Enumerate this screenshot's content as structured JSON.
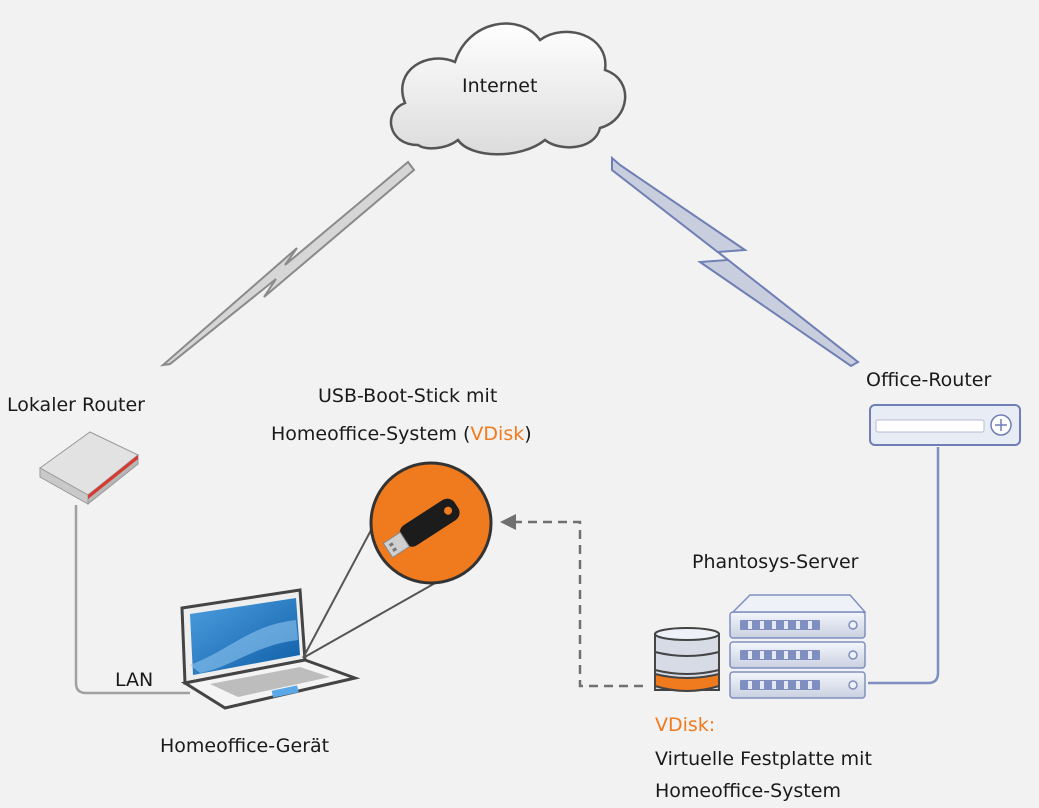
{
  "cloud": {
    "label": "Internet"
  },
  "local_router": {
    "label": "Lokaler Router"
  },
  "office_router": {
    "label": "Office-Router"
  },
  "usb_stick": {
    "line1": "USB-Boot-Stick mit",
    "line2_prefix": "Homeoffice-System (",
    "line2_accent": "VDisk",
    "line2_suffix": ")"
  },
  "server": {
    "label": "Phantosys-Server"
  },
  "laptop": {
    "label": "Homeoffice-Gerät"
  },
  "lan": {
    "label": "LAN"
  },
  "vdisk": {
    "title": "VDisk:",
    "line1": "Virtuelle Festplatte mit",
    "line2": "Homeoffice-System"
  },
  "colors": {
    "accent": "#f07a1e",
    "link_left": "#d9d9d9",
    "link_right": "#6f7fb5",
    "cable": "#7f8fbf"
  }
}
